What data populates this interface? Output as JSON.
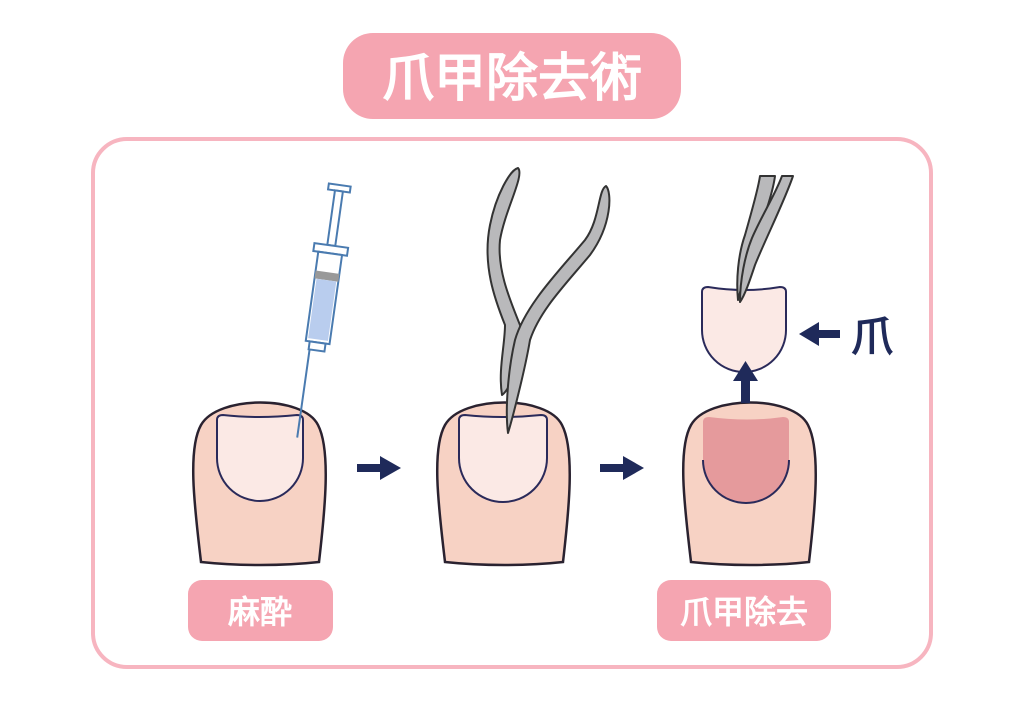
{
  "title": "爪甲除去術",
  "steps": [
    {
      "label": "麻酔"
    },
    {
      "label": ""
    },
    {
      "label": "爪甲除去"
    }
  ],
  "nail_annotation": "爪",
  "colors": {
    "pink": "#f5a5b1",
    "frame": "#f7b5c0",
    "skin": "#f7d2c4",
    "nail": "#fbe9e5",
    "nail_bed": "#e59a9c",
    "navy": "#1f2a5a",
    "steel": "#b9b9bb"
  }
}
